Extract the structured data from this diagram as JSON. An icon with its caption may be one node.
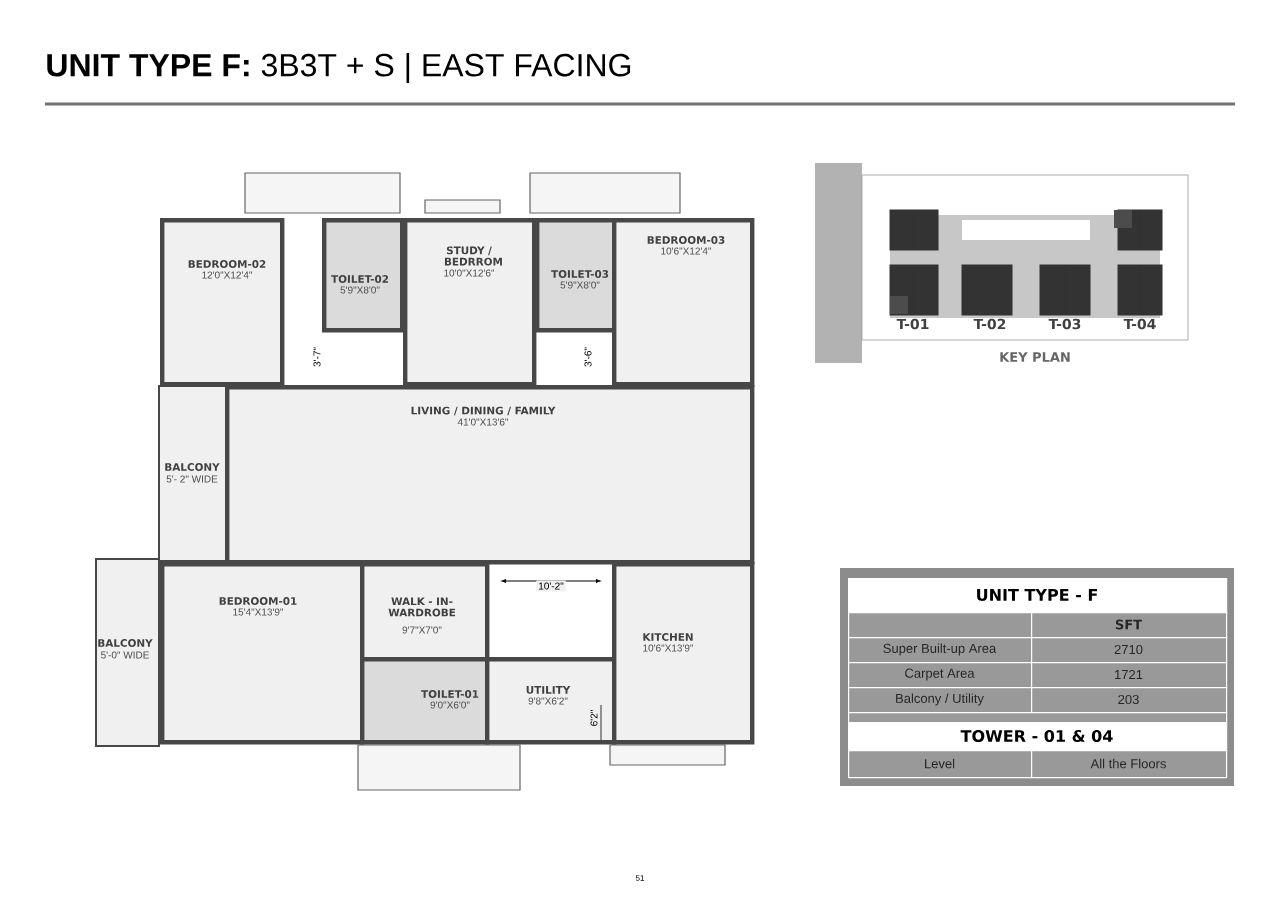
{
  "diagram": {
    "title": "**UNIT TYPE F:** 3B3T + S | EAST FACING",
    "nodes": [
      {
        "text": [
          "BEDROOM-02",
          "12'0\"X12'4\""
        ]
      },
      {
        "text": [
          "TOILET-02",
          "5'9\"X8'0\""
        ]
      },
      {
        "text": [
          "STUDY / BEDRROM",
          "10'0\"X12'6\""
        ]
      },
      {
        "text": [
          "TOILET-03",
          "5'9\"X8'0\""
        ]
      },
      {
        "text": [
          "BEDROOM-03",
          "10'6\"X12'4\""
        ]
      },
      {
        "text": [
          "LIVING / DINING / FAMILY",
          "41'0\"X13'6\""
        ]
      },
      {
        "text": [
          "BALCONY",
          "5'- 2\" WIDE"
        ]
      },
      {
        "text": [
          "BEDROOM-01",
          "15'4\"X13'9\""
        ]
      },
      {
        "text": [
          "WALK - IN- WARDROBE",
          "9'7\"X7'0\""
        ]
      },
      {
        "text": [
          "TOILET-01",
          "9'0\"X6'0\""
        ]
      },
      {
        "text": [
          "UTILITY",
          "9'8\"X6'2\""
        ]
      },
      {
        "text": [
          "KITCHEN",
          "10'6\"X13'9\""
        ]
      },
      {
        "text": [
          "BALCONY",
          "5'-0\" WIDE"
        ]
      }
    ],
    "labels": [
      "3'-7\"",
      "3'-6\"",
      "10'-2\"",
      "6'2\"",
      "T-01",
      "T-02",
      "T-03",
      "T-04",
      "KEY PLAN",
      "UNIT TYPE - F",
      "SFT",
      "Super Built-up Area",
      "2710",
      "Carpet Area",
      "1721",
      "Balcony / Utility",
      "203",
      "TOWER - 01 & 04",
      "Level",
      "All the Floors",
      "51"
    ]
  }
}
